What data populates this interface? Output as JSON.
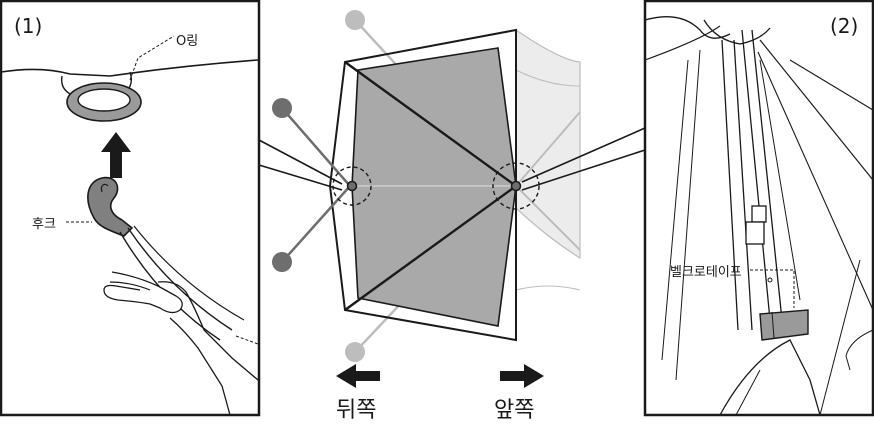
{
  "panel_left": {
    "number": "(1)",
    "o_ring_label": "O링",
    "hook_label": "후크"
  },
  "panel_right": {
    "number": "(2)",
    "velcro_label": "벨크로테이프"
  },
  "center": {
    "back_label": "뒤쪽",
    "front_label": "앞쪽"
  },
  "colors": {
    "line": "#1a1a1a",
    "panel_gray": "#a9a9a9",
    "light_panel": "#ececec",
    "ball_dark": "#6e6e6e",
    "ball_light": "#bdbdbd",
    "hook_gray": "#808080"
  }
}
